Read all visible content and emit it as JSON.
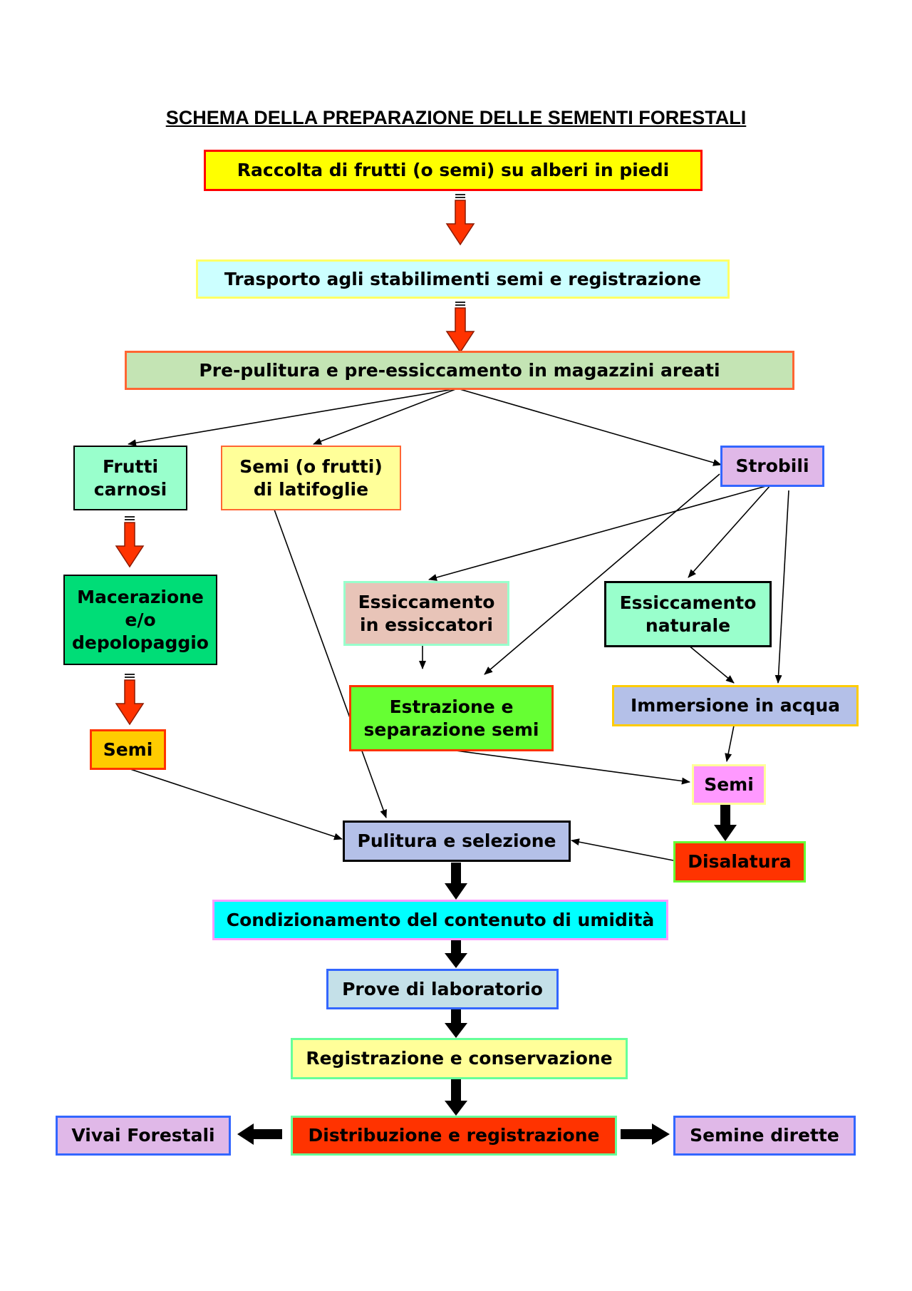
{
  "title": "SCHEMA DELLA PREPARAZIONE DELLE SEMENTI FORESTALI",
  "nodes": {
    "raccolta": "Raccolta di frutti (o semi) su alberi in piedi",
    "trasporto": "Trasporto agli stabilimenti semi  e registrazione",
    "prepulitura": "Pre-pulitura e pre-essiccamento in magazzini areati",
    "frutti_carnosi": "Frutti\ncarnosi",
    "semi_latifoglie": "Semi (o frutti)\ndi latifoglie",
    "strobili": "Strobili",
    "macerazione": "Macerazione\ne/o\ndepolopaggio",
    "essiccamento_essiccatori": "Essiccamento\nin essiccatori",
    "essiccamento_naturale": "Essiccamento\nnaturale",
    "estrazione": "Estrazione e\nseparazione semi",
    "immersione": "Immersione in acqua",
    "semi_left": "Semi",
    "semi_right": "Semi",
    "pulitura": "Pulitura e selezione",
    "disalatura": "Disalatura",
    "condizionamento": "Condizionamento del contenuto di umidità",
    "prove": "Prove di laboratorio",
    "registrazione": "Registrazione e conservazione",
    "distribuzione": "Distribuzione e registrazione",
    "vivai": "Vivai Forestali",
    "semine": "Semine dirette"
  },
  "colors": {
    "yellow": "#ffff00",
    "light_cyan": "#ccffff",
    "light_green": "#c4e4b4",
    "mint": "#99ffcc",
    "light_yellow": "#ffff99",
    "lavender": "#e0b8e8",
    "green": "#00dd77",
    "pinkish": "#e8c4b8",
    "lime": "#66ff33",
    "periwinkle": "#b4c0e8",
    "orange": "#ffcc00",
    "pink": "#ff99ff",
    "red": "#ff3300",
    "cyan": "#00ffff",
    "light_blue": "#c4e0e8",
    "pale_yellow": "#ffff99"
  }
}
